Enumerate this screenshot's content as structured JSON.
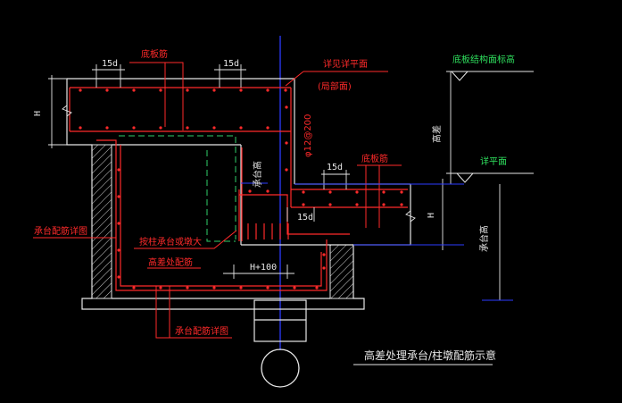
{
  "drawing": {
    "caption": "高差处理承台/柱墩配筋示意",
    "labels": {
      "bottom_rebar_left": "底板筋",
      "bottom_rebar_right": "底板筋",
      "see_detail": "详见详平面",
      "see_detail_sub": "(局部面)",
      "slab_top_elev": "底板结构面标高",
      "detail_plane": "详平面",
      "rebar_spec": "φ12@200",
      "cap_rebar_left": "承台配筋详图",
      "rebar_per_cap": "按柱承台或墩大",
      "pit_bottom_rebar": "高差处配筋",
      "cap_rebar_bottom": "承台配筋详图",
      "elev_diff": "高差",
      "cap_height_right": "承台高",
      "cap_height_mid": "承台高",
      "anchor_top_left": "15d",
      "anchor_top_mid": "15d",
      "anchor_mid_right": "15d",
      "anchor_lower": "15d",
      "dim_H_left": "H",
      "dim_H_right": "H",
      "dim_H100": "H+100"
    }
  }
}
